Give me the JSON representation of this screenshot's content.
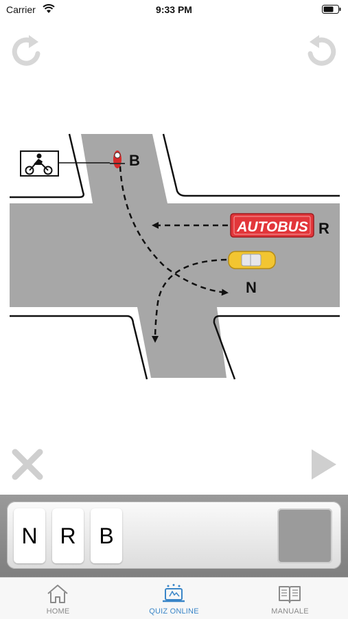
{
  "status": {
    "carrier": "Carrier",
    "time": "9:33 PM"
  },
  "controls": {
    "redo_icon": "redo-icon",
    "undo_icon": "undo-icon",
    "clear_icon": "close-icon",
    "next_icon": "play-icon"
  },
  "scene": {
    "vehicle_labels": {
      "moto": "B",
      "bus": "R",
      "car": "N"
    },
    "bus_text": "AUTOBUS",
    "sign_icon": "motorcycle-icon",
    "colors": {
      "road": "#a7a7a7",
      "bus": "#e2363a",
      "car": "#f2c531",
      "moto": "#d72b2b"
    }
  },
  "answer": {
    "tiles": [
      "N",
      "R",
      "B"
    ]
  },
  "tabs": [
    {
      "label": "HOME",
      "icon": "home-icon",
      "active": false
    },
    {
      "label": "QUIZ ONLINE",
      "icon": "quiz-icon",
      "active": true
    },
    {
      "label": "MANUALE",
      "icon": "book-icon",
      "active": false
    }
  ]
}
